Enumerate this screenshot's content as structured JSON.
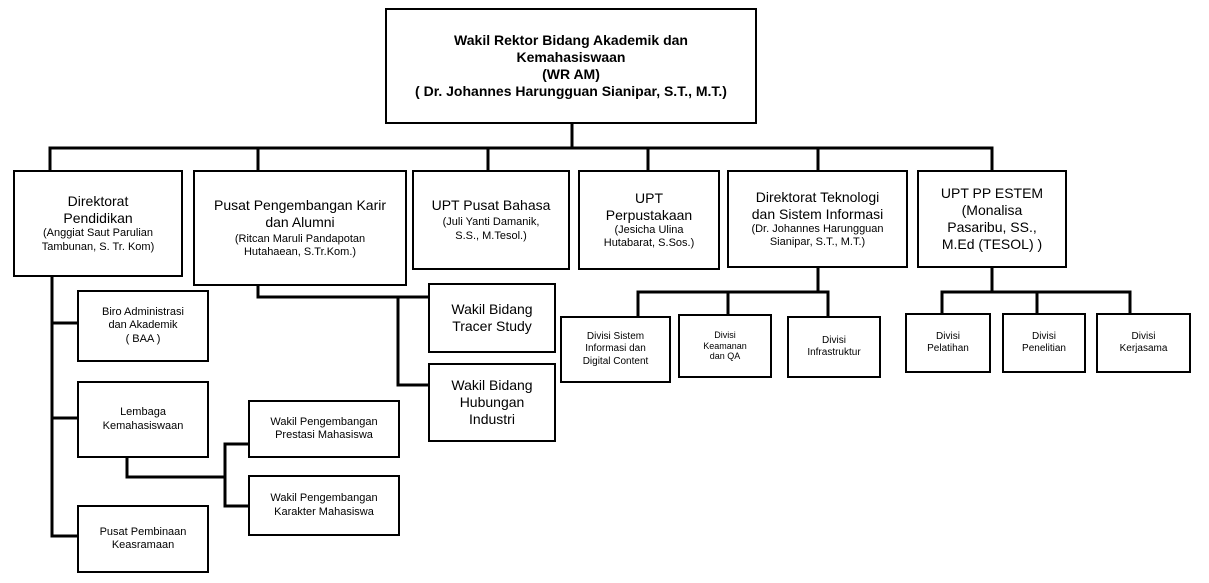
{
  "chart": {
    "root": {
      "line1": "Wakil Rektor Bidang Akademik dan",
      "line2": "Kemahasiswaan",
      "line3": "(WR AM)",
      "line4": "( Dr. Johannes Harungguan Sianipar, S.T., M.T.)"
    },
    "dir_pendidikan": {
      "title1": "Direktorat",
      "title2": "Pendidikan",
      "name1": "(Anggiat Saut Parulian",
      "name2": "Tambunan, S. Tr. Kom)"
    },
    "ppka": {
      "title1": "Pusat Pengembangan Karir",
      "title2": "dan Alumni",
      "name1": "(Ritcan Maruli Pandapotan",
      "name2": "Hutahaean, S.Tr.Kom.)"
    },
    "upt_bahasa": {
      "title1": "UPT Pusat Bahasa",
      "name1": "(Juli Yanti Damanik,",
      "name2": "S.S., M.Tesol.)"
    },
    "upt_perpustakaan": {
      "title1": "UPT",
      "title2": "Perpustakaan",
      "name1": "(Jesicha Ulina",
      "name2": "Hutabarat, S.Sos.)"
    },
    "dir_tsi": {
      "title1": "Direktorat Teknologi",
      "title2": "dan Sistem Informasi",
      "name1": "(Dr. Johannes Harungguan",
      "name2": "Sianipar, S.T., M.T.)"
    },
    "upt_estem": {
      "title1": "UPT PP ESTEM",
      "name1": "(Monalisa",
      "name2": "Pasaribu, SS.,",
      "name3": "M.Ed (TESOL) )"
    },
    "baa": {
      "line1": "Biro Administrasi",
      "line2": "dan Akademik",
      "line3": "( BAA )"
    },
    "lembaga": {
      "line1": "Lembaga",
      "line2": "Kemahasiswaan"
    },
    "pusat_pembinaan": {
      "line1": "Pusat Pembinaan",
      "line2": "Keasramaan"
    },
    "wp_prestasi": {
      "line1": "Wakil Pengembangan",
      "line2": "Prestasi Mahasiswa"
    },
    "wp_karakter": {
      "line1": "Wakil Pengembangan",
      "line2": "Karakter Mahasiswa"
    },
    "tracer": {
      "line1": "Wakil Bidang",
      "line2": "Tracer Study"
    },
    "hubungan": {
      "line1": "Wakil Bidang",
      "line2": "Hubungan",
      "line3": "Industri"
    },
    "div_sistem": {
      "line1": "Divisi Sistem",
      "line2": "Informasi dan",
      "line3": "Digital Content"
    },
    "div_keamanan": {
      "line1": "Divisi",
      "line2": "Keamanan",
      "line3": "dan QA"
    },
    "div_infra": {
      "line1": "Divisi",
      "line2": "Infrastruktur"
    },
    "div_pelatihan": {
      "line1": "Divisi",
      "line2": "Pelatihan"
    },
    "div_penelitian": {
      "line1": "Divisi",
      "line2": "Penelitian"
    },
    "div_kerjasama": {
      "line1": "Divisi",
      "line2": "Kerjasama"
    }
  }
}
